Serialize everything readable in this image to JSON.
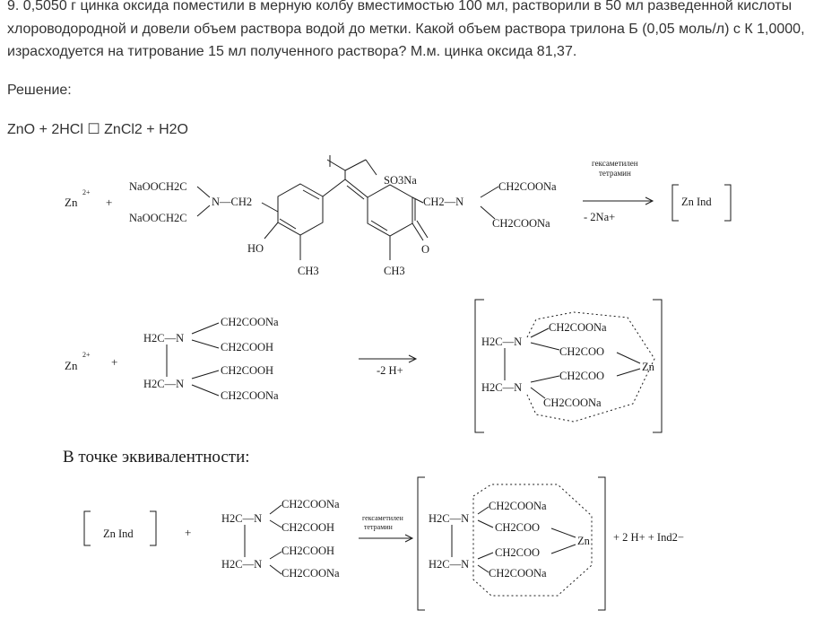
{
  "problem": {
    "text": "9. 0,5050 г цинка оксида поместили в мерную колбу вместимостью 100 мл, растворили в 50 мл разведенной кислоты хлороводородной и довели объем раствора водой до метки. Какой объем раствора трилона Б (0,05 моль/л) с К 1,0000, израсходуется на титрование 15 мл полученного раствора? М.м. цинка оксида 81,37."
  },
  "solution_label": "Решение:",
  "equation": "ZnO + 2HCl ☐ ZnCl2 + H2O",
  "scheme1": {
    "zn": "Zn",
    "zn_charge": "2+",
    "plus": "+",
    "left_group_top": "NaOOCH2C",
    "left_group_bottom": "NaOOCH2C",
    "n_ch2": "N—CH2",
    "so3na": "SO3Na",
    "ho": "HO",
    "ch3_left": "CH3",
    "ch3_right": "CH3",
    "o_label": "O",
    "right_ch2n": "CH2—N",
    "right_top": "CH2COONa",
    "right_bottom": "CH2COONa",
    "arrow_top_1": "гексаметилен",
    "arrow_top_2": "тетрамин",
    "arrow_bottom": "- 2Na+",
    "product": "Zn  Ind"
  },
  "scheme2": {
    "zn": "Zn",
    "zn_charge": "2+",
    "plus": "+",
    "h2c_n_top": "H2C—N",
    "h2c_n_bottom": "H2C—N",
    "g1": "CH2COONa",
    "g2": "CH2COOH",
    "g3": "CH2COOH",
    "g4": "CH2COONa",
    "arrow_bottom": "-2 H+",
    "c1": "CH2COONa",
    "c2": "CH2COO",
    "c3": "CH2COO",
    "c4": "CH2COONa",
    "c_zn": "Zn"
  },
  "heading": "В точке эквивалентности:",
  "scheme3": {
    "reagent": "Zn Ind",
    "plus": "+",
    "h2c_n_top": "H2C—N",
    "h2c_n_bottom": "H2C—N",
    "g1": "CH2COONa",
    "g2": "CH2COOH",
    "g3": "CH2COOH",
    "g4": "CH2COONa",
    "arrow_top_1": "гексаметилен",
    "arrow_top_2": "тетрамин",
    "c1": "CH2COONa",
    "c2": "CH2COO",
    "c3": "CH2COO",
    "c4": "CH2COONa",
    "c_zn": "Zn",
    "products": "+ 2 H+ + Ind2−"
  }
}
